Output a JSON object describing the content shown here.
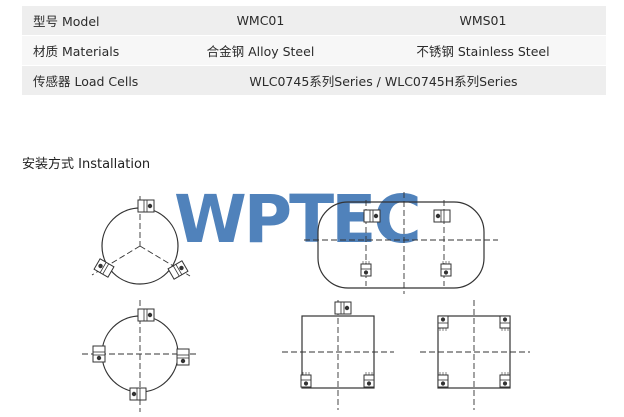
{
  "spec_table": {
    "rows": [
      {
        "label": "型号 Model",
        "col1": "WMC01",
        "col2": "WMS01"
      },
      {
        "label": "材质 Materials",
        "col1": "合金钢 Alloy Steel",
        "col2": "不锈钢 Stainless Steel"
      },
      {
        "label": "传感器 Load Cells",
        "span": "WLC0745系列Series / WLC0745H系列Series"
      }
    ]
  },
  "installation": {
    "title": "安装方式 Installation"
  },
  "watermark": {
    "text": "WPTEC",
    "color": "#1f5fa8",
    "accent_color": "#3ca03c"
  },
  "colors": {
    "line": "#333333",
    "row_odd": "#eeeeee",
    "row_even": "#f7f7f7"
  }
}
